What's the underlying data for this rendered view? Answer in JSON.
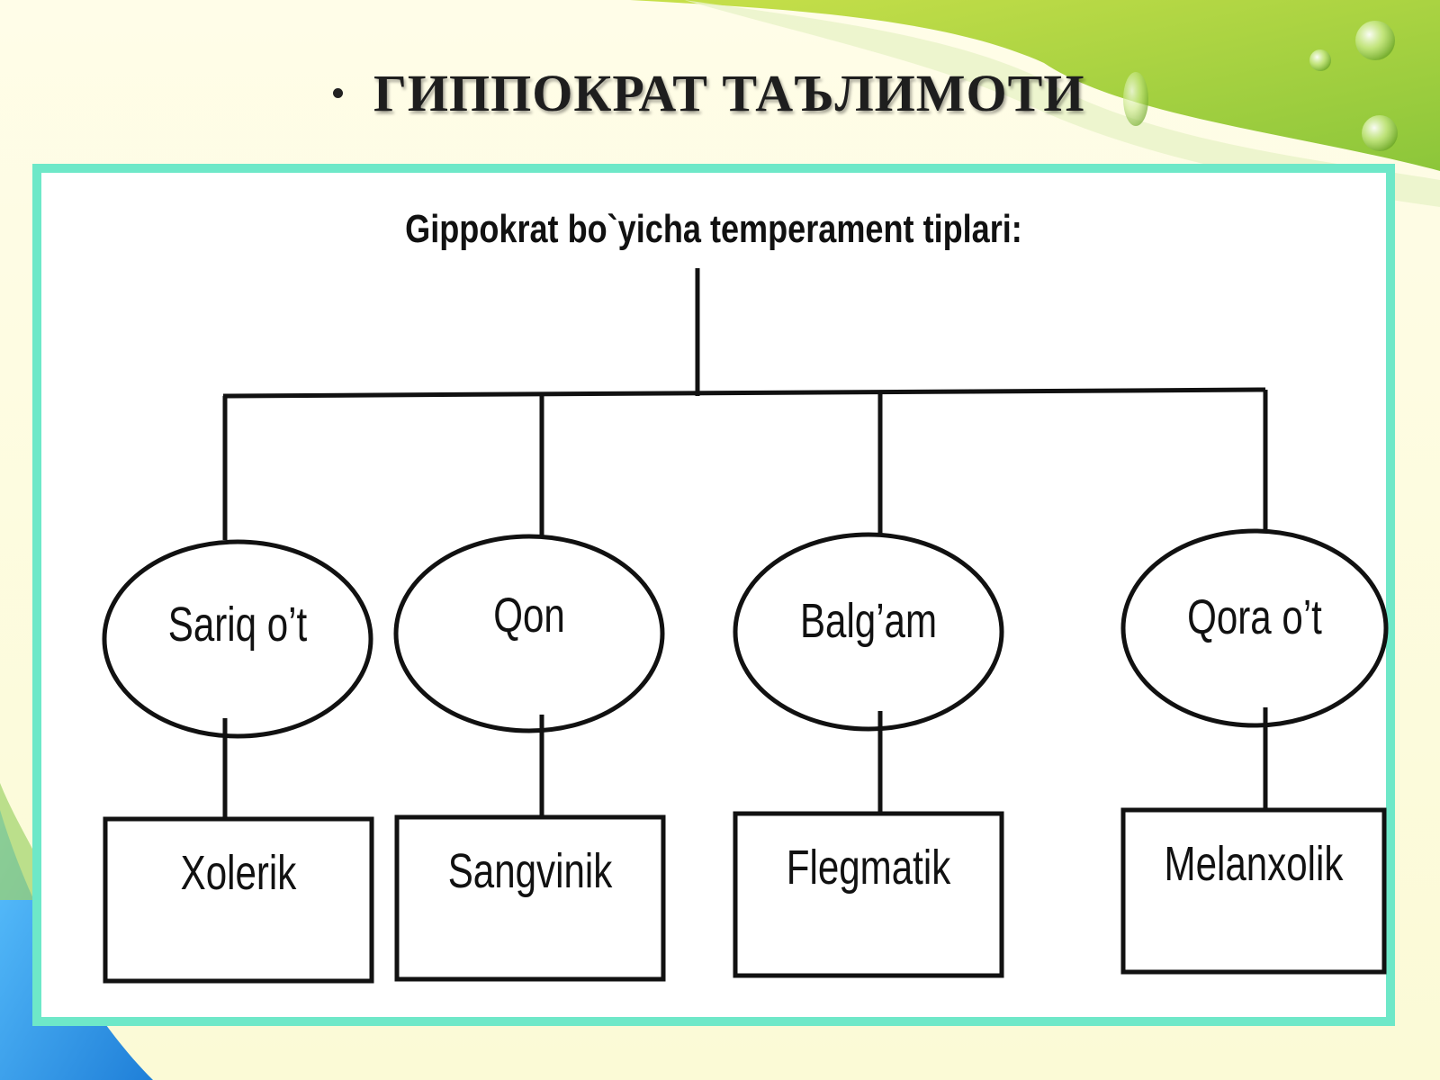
{
  "slide": {
    "title": "ГИППОКРАТ ТАЪЛИМОТИ"
  },
  "diagram": {
    "heading": "Gippokrat bo`yicha temperament tiplari:",
    "branches": [
      {
        "fluid": "Sariq o’t",
        "temperament": "Xolerik"
      },
      {
        "fluid": "Qon",
        "temperament": "Sangvinik"
      },
      {
        "fluid": "Balg’am",
        "temperament": "Flegmatik"
      },
      {
        "fluid": "Qora o’t",
        "temperament": "Melanxolik"
      }
    ]
  },
  "colors": {
    "frame_border": "#6ee8c8",
    "accent_green": "#a8d23a",
    "accent_blue": "#3ea6f2"
  }
}
